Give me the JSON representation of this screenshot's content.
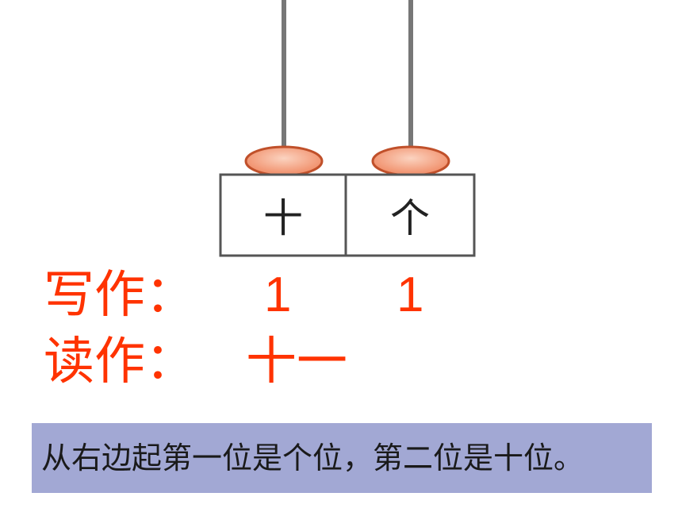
{
  "abacus": {
    "place_labels": {
      "tens": "十",
      "ones": "个"
    },
    "beads": {
      "tens": 1,
      "ones": 1
    },
    "colors": {
      "bead_fill": "#f08a64",
      "bead_highlight": "#fbd3c0",
      "bead_stroke": "#c0502a",
      "rod": "#777777",
      "box_stroke": "#555555"
    }
  },
  "writing": {
    "label": "写作：",
    "tens_digit": "1",
    "ones_digit": "1"
  },
  "reading": {
    "label": "读作：",
    "value": "十一"
  },
  "rule": {
    "text": "从右边起第一位是个位，第二位是十位。"
  },
  "colors": {
    "answer_text": "#ff3300",
    "rule_background": "#a2a8d4"
  }
}
